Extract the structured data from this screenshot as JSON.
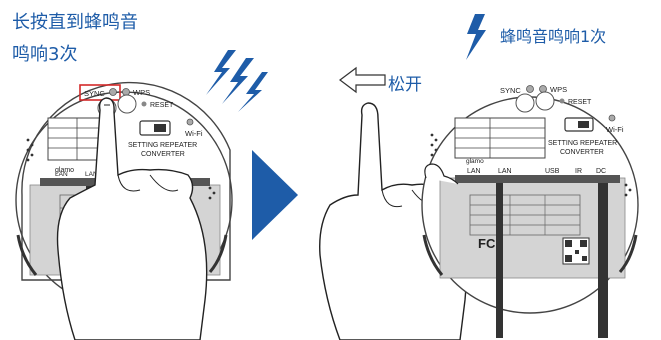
{
  "left_panel": {
    "instruction_line1": "长按直到蜂鸣音",
    "instruction_line2": "鸣响3次",
    "device": {
      "sync_label": "SYNC",
      "wps_label": "WPS",
      "reset_label": "RESET",
      "wifi_label": "Wi-Fi",
      "setting_label": "SETTING",
      "repeater_label": "REPEATER",
      "converter_label": "CONVERTER",
      "brand": "glamo",
      "lan1": "LAN",
      "lan2": "LAN"
    }
  },
  "middle": {
    "release_label": "松开"
  },
  "right_panel": {
    "beep_label": "蜂鸣音鸣响1次",
    "device": {
      "sync_label": "SYNC",
      "wps_label": "WPS",
      "reset_label": "RESET",
      "wifi_label": "Wi-Fi",
      "setting_label": "SETTING",
      "repeater_label": "REPEATER",
      "converter_label": "CONVERTER",
      "brand": "glamo",
      "lan1": "LAN",
      "lan2": "LAN",
      "usb": "USB",
      "ir": "IR",
      "dc": "DC",
      "fc": "FC"
    }
  },
  "colors": {
    "accent_blue": "#1e5ca8",
    "highlight_red": "#d42a2a",
    "panel_gray": "#d4d4d4",
    "line_dark": "#333333"
  }
}
